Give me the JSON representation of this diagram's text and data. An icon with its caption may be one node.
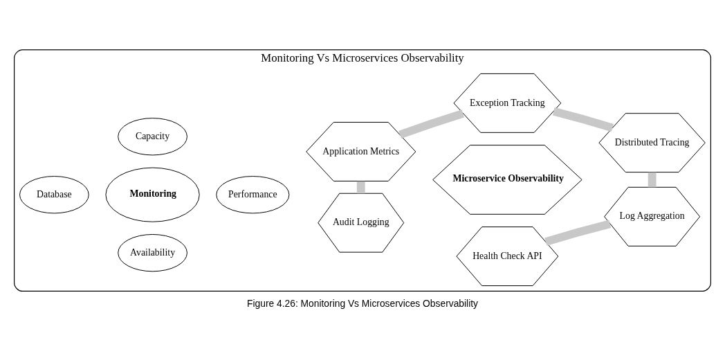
{
  "diagram": {
    "caption": "Figure 4.26: Monitoring Vs Microservices Observability",
    "nodes": [
      {
        "text": [
          "Monitoring Vs Microservices Observability"
        ]
      },
      {
        "text": [
          "Availability"
        ],
        "in": 0
      },
      {
        "text": [
          "Database"
        ],
        "in": 0
      },
      {
        "text": [
          "Monitoring"
        ],
        "in": 0
      },
      {
        "text": [
          "Performance"
        ],
        "in": 0
      },
      {
        "text": [
          "Capacity"
        ],
        "in": 0
      },
      {
        "text": [
          "Health Check API"
        ],
        "in": 0
      },
      {
        "text": [
          "Audit Logging"
        ],
        "in": 0
      },
      {
        "text": [
          "Log Aggregation"
        ],
        "in": 0
      },
      {
        "text": [
          "Microservice Observability"
        ],
        "in": 0
      },
      {
        "text": [
          "Application Metrics"
        ],
        "in": 0
      },
      {
        "text": [
          "Distributed Tracing"
        ],
        "in": 0
      },
      {
        "text": [
          "Exception Tracking"
        ],
        "in": 0
      }
    ],
    "edges": [
      {
        "from": 6,
        "to": 8,
        "arrow": "none",
        "color": "#c8c8c8"
      },
      {
        "from": 8,
        "to": 11,
        "arrow": "none",
        "color": "#c8c8c8"
      },
      {
        "from": 11,
        "to": 12,
        "arrow": "none",
        "color": "#c8c8c8"
      },
      {
        "from": 12,
        "to": 10,
        "arrow": "none",
        "color": "#c8c8c8"
      },
      {
        "from": 10,
        "to": 7,
        "arrow": "none",
        "color": "#c8c8c8"
      }
    ]
  }
}
